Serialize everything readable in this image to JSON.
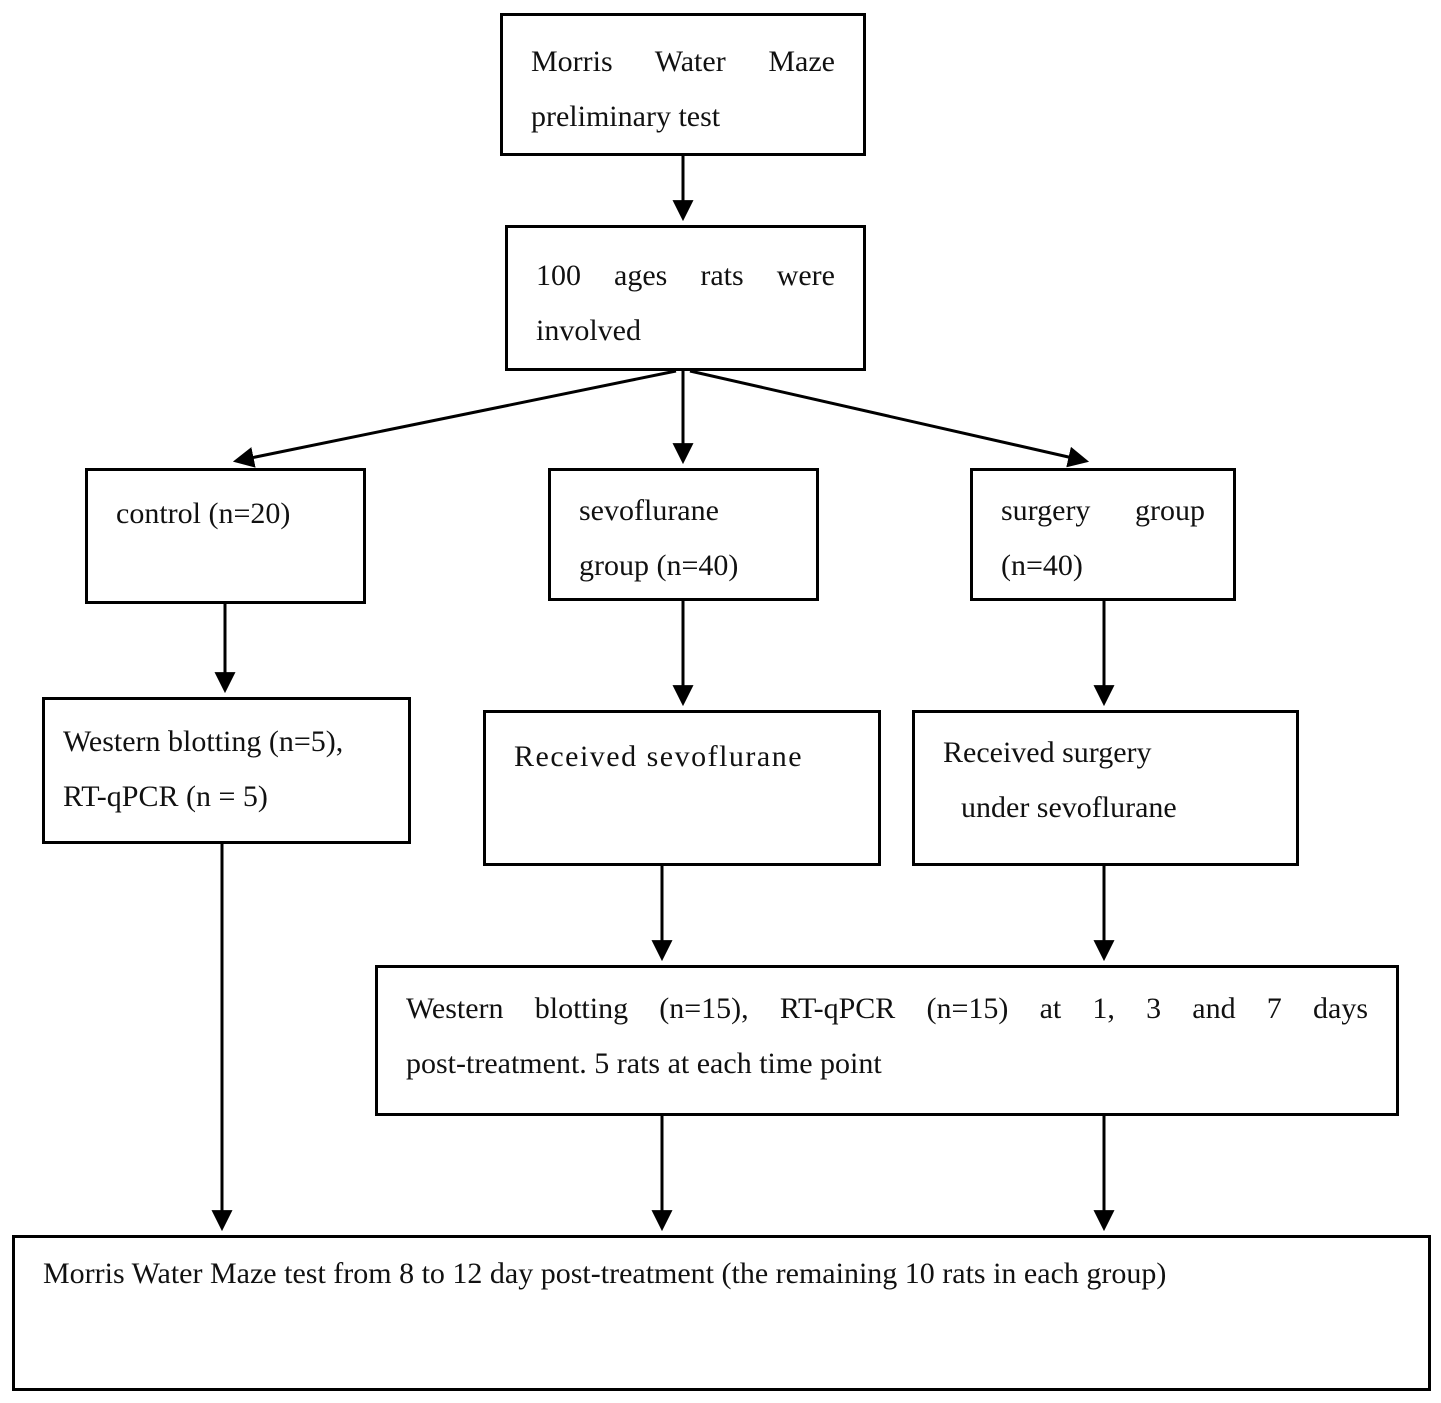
{
  "colors": {
    "border": "#000000",
    "background": "#ffffff",
    "text": "#111111",
    "arrow": "#000000"
  },
  "boxes": {
    "preliminary": {
      "lines": [
        "Morris Water Maze",
        "preliminary test"
      ]
    },
    "involved": {
      "lines": [
        "100 ages rats were",
        "involved"
      ]
    },
    "control": {
      "lines": [
        "control (n=20)"
      ]
    },
    "sevoflurane_group": {
      "lines": [
        "sevoflurane",
        "group (n=40)"
      ]
    },
    "surgery_group": {
      "lines": [
        "surgery group",
        "(n=40)"
      ]
    },
    "western_blotting_control": {
      "lines": [
        "Western blotting (n=5),",
        "RT-qPCR (n = 5)"
      ]
    },
    "received_sevoflurane": {
      "lines": [
        "Received sevoflurane"
      ]
    },
    "received_surgery": {
      "lines": [
        "Received surgery",
        "under sevoflurane"
      ]
    },
    "western_blotting_treatment": {
      "lines": [
        "Western blotting (n=15), RT-qPCR (n=15) at 1, 3 and 7 days",
        "post-treatment. 5 rats at each time point"
      ]
    },
    "morris_water_maze_test": {
      "lines": [
        "Morris Water Maze test from 8 to 12 day post-treatment (the remaining 10 rats in each group)"
      ]
    }
  }
}
